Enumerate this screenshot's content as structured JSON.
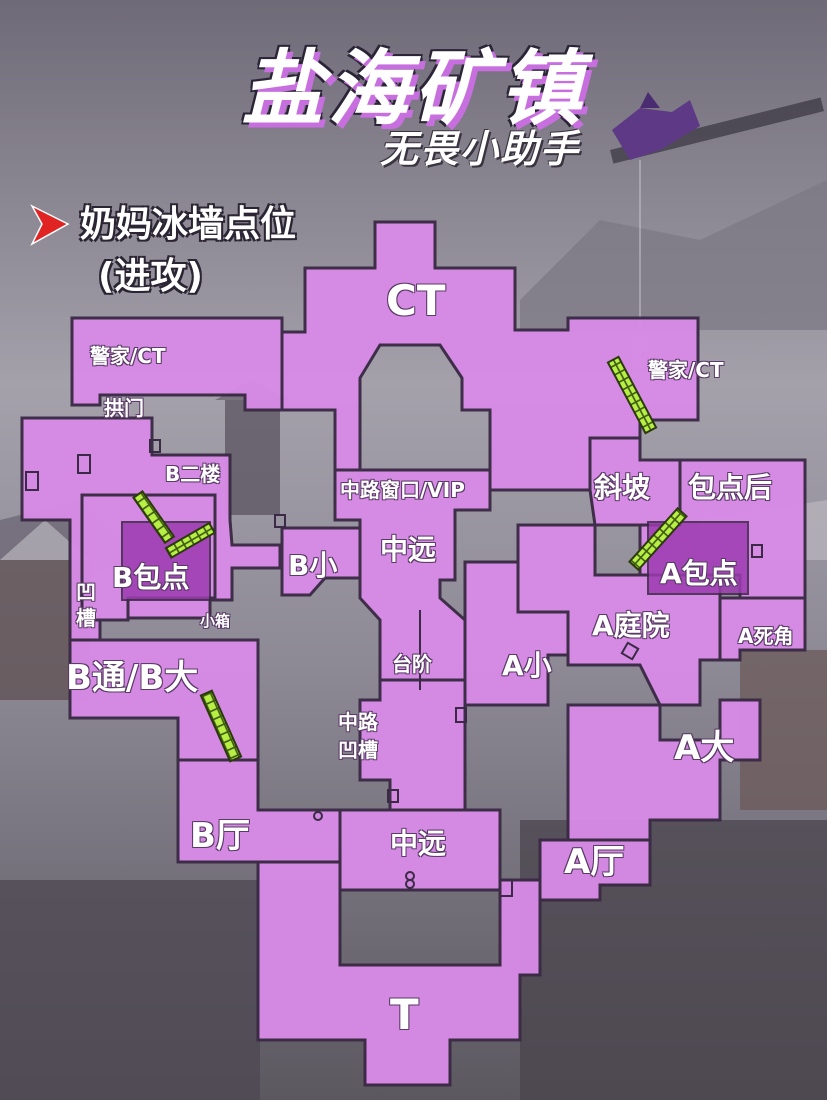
{
  "title": "盐海矿镇",
  "subtitle": "无畏小助手",
  "heading_line1": "奶妈冰墙点位",
  "heading_line2": "(进攻)",
  "colors": {
    "map_fill": "#d88be6",
    "map_outline": "#3b2a45",
    "site_dark": "#9c3bb0",
    "wall_green": "#a8e63a",
    "arrow_red": "#e02424"
  },
  "icons": {
    "pointer": "red-arrow-icon",
    "wall": "ice-wall-icon"
  },
  "labels": {
    "ct": "CT",
    "cop_left": "警家/CT",
    "arch_gate": "拱门",
    "b_upper": "B二楼",
    "b_site": "B包点",
    "b_groove_1": "凹",
    "b_groove_2": "槽",
    "small_box": "小箱",
    "b_main": "B通/B大",
    "b_hall": "B厅",
    "b_short": "B小",
    "mid_window": "中路窗口/VIP",
    "mid_far_top": "中远",
    "steps": "台阶",
    "mid_groove_1": "中路",
    "mid_groove_2": "凹槽",
    "mid_far_bottom": "中远",
    "t": "T",
    "cop_right": "警家/CT",
    "ramp": "斜坡",
    "behind_site": "包点后",
    "a_site": "A包点",
    "a_yard": "A庭院",
    "a_dead": "A死角",
    "a_short": "A小",
    "a_main": "A大",
    "a_hall": "A厅"
  }
}
